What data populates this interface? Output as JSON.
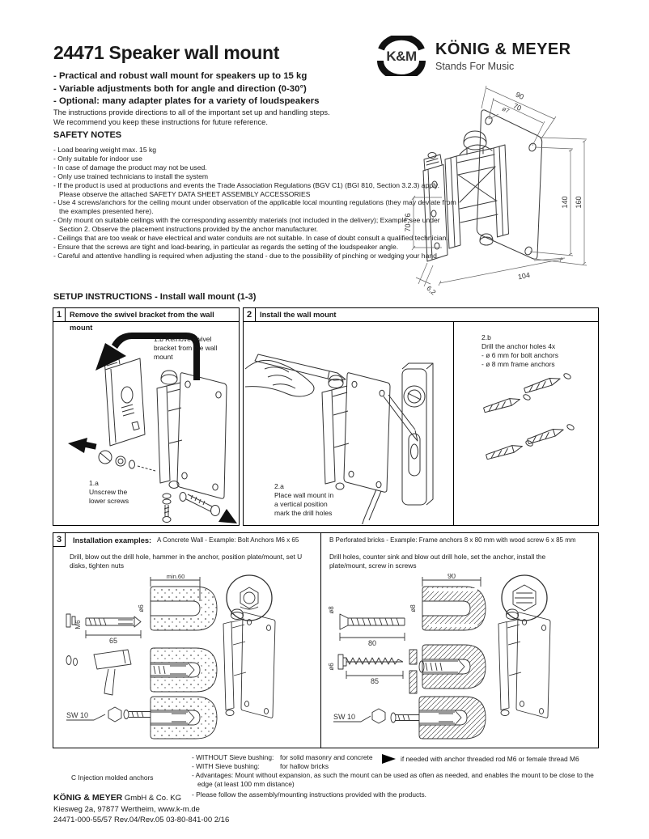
{
  "header": {
    "title": "24471 Speaker wall mount",
    "features": [
      "- Practical and robust wall mount for speakers up to 15 kg",
      "- Variable adjustments both for angle and direction (0-30°)",
      "- Optional: many adapter plates for a variety of loudspeakers"
    ],
    "intro_lines": [
      "The instructions provide directions to all of the important set up and handling steps.",
      "We recommend you keep these instructions for future reference."
    ]
  },
  "logo": {
    "monogram": "K&M",
    "name": "KÖNIG & MEYER",
    "tagline": "Stands For Music"
  },
  "safety": {
    "heading": "SAFETY NOTES",
    "notes": [
      "- Load bearing weight max. 15 kg",
      "- Only suitable for indoor use",
      "- In case of damage the product may not be used.",
      "- Only use trained technicians to install the system",
      "- If the product is used at productions and events the Trade Association Regulations (BGV C1) (BGI 810, Section 3.2.3) apply. Please observe the attached SAFETY DATA SHEET ASSEMBLY ACCESSORIES",
      "- Use 4 screws/anchors for the ceiling mount under observation of the applicable local mounting regulations (they may deviate from the examples presented here).",
      "- Only mount on suitable ceilings with the corresponding assembly materials (not included in the delivery); Example see under Section 2. Observe the placement instructions provided by the anchor manufacturer.",
      "- Ceilings that are too weak or have electrical and water conduits are not suitable. In case of doubt consult a qualified technician.",
      "- Ensure that the screws are tight and load-bearing, in particular as regards the setting of the loudspeaker angle.",
      "- Careful and attentive handling is required when adjusting the stand - due to the possibility of pinching or wedging your hand."
    ]
  },
  "drawing": {
    "dims": {
      "w90": "90",
      "w70": "70",
      "dia7": "ø7",
      "h140": "140",
      "h160": "160",
      "depth": "70-76",
      "offset": "6,2",
      "d104": "104"
    }
  },
  "setup": {
    "heading": "SETUP INSTRUCTIONS - Install wall mount (1-3)",
    "step1": {
      "num": "1",
      "title": "Remove the swivel bracket from the wall mount",
      "note_b": "1.b  Remove swivel\nbracket from the wall\nmount",
      "note_a": "1.a\nUnscrew the\nlower screws"
    },
    "step2": {
      "num": "2",
      "title": "Install the wall mount",
      "note_a": "2.a\nPlace wall mount in\na vertical position\nmark the drill holes",
      "note_b": "2.b\nDrill the anchor holes 4x\n- ø 6 mm for bolt anchors\n- ø 8 mm frame anchors"
    },
    "step3": {
      "num": "3",
      "title": "Installation examples:",
      "example_a": {
        "heading": "A Concrete Wall - Example: Bolt Anchors M6 x 65",
        "description": "Drill, blow out the drill hole, hammer in the anchor, position plate/mount, set U disks, tighten nuts",
        "labels": {
          "m6": "M6",
          "len65": "65",
          "dia6": "ø6",
          "min60": "min.60",
          "sw10": "SW 10"
        }
      },
      "example_b": {
        "heading": "B Perforated bricks - Example: Frame anchors 8 x 80 mm with wood screw 6 x 85 mm",
        "description": "Drill holes, counter sink and blow out drill hole, set the anchor, install the plate/mount, screw in screws",
        "labels": {
          "dia8a": "ø8",
          "len80": "80",
          "dia8b": "ø8",
          "len90": "90",
          "dia6": "ø6",
          "len85": "85",
          "sw10": "SW 10"
        }
      }
    }
  },
  "notes": {
    "without_label": "- WITHOUT Sieve bushing:",
    "without_text": "for solid masonry and concrete",
    "with_label": "- WITH Sieve bushing:",
    "with_text": "for hallow bricks",
    "arrow_note": "if needed with anchor threaded rod M6 or female thread M6",
    "c_label": "C Injection molded anchors",
    "advantages": "- Advantages: Mount without expansion, as such the mount can be used as often as needed, and enables the mount to be close to the edge (at least 100 mm distance)",
    "follow": "- Please follow the assembly/mounting instructions provided with the products."
  },
  "footer": {
    "company_bold": "KÖNIG & MEYER",
    "company_rest": " GmbH & Co. KG",
    "address": "Kiesweg 2a, 97877 Wertheim, www.k-m.de",
    "doc_code": "24471-000-55/57  Rev.04/Rev.05  03-80-841-00  2/16"
  }
}
